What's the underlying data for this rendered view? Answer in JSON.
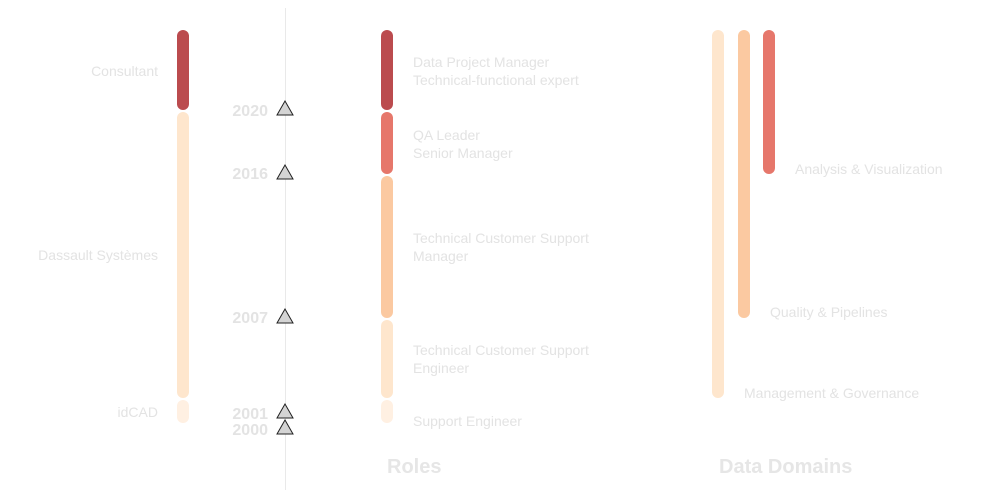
{
  "colors": {
    "consultant": "#bb4b4e",
    "dassault": "#fee6cd",
    "idcad": "#fff0e2",
    "data_project_manager": "#bb4b4e",
    "qa_leader": "#e6776b",
    "tcs_manager": "#fbc9a1",
    "tcs_engineer": "#fee6cd",
    "support_engineer": "#fff0e2",
    "mgmt_governance": "#fee6cd",
    "quality_pipelines": "#fbc9a1",
    "analysis_viz": "#e6776b"
  },
  "companies": {
    "consultant": "Consultant",
    "dassault": "Dassault Systèmes",
    "idcad": "idCAD"
  },
  "years": [
    "2020",
    "2016",
    "2007",
    "2001",
    "2000"
  ],
  "roles": {
    "data_project_manager": [
      "Data Project Manager",
      "Technical-functional expert"
    ],
    "qa_leader": [
      "QA Leader",
      "Senior Manager"
    ],
    "tcs_manager": [
      "Technical Customer Support",
      "Manager"
    ],
    "tcs_engineer": [
      "Technical Customer Support",
      "Engineer"
    ],
    "support_engineer": [
      "Support Engineer"
    ]
  },
  "domains": {
    "analysis_viz": "Analysis & Visualization",
    "quality_pipelines": "Quality & Pipelines",
    "mgmt_governance": "Management & Governance"
  },
  "sections": {
    "roles": "Roles",
    "domains": "Data Domains"
  },
  "marker_icon": "triangle-icon"
}
